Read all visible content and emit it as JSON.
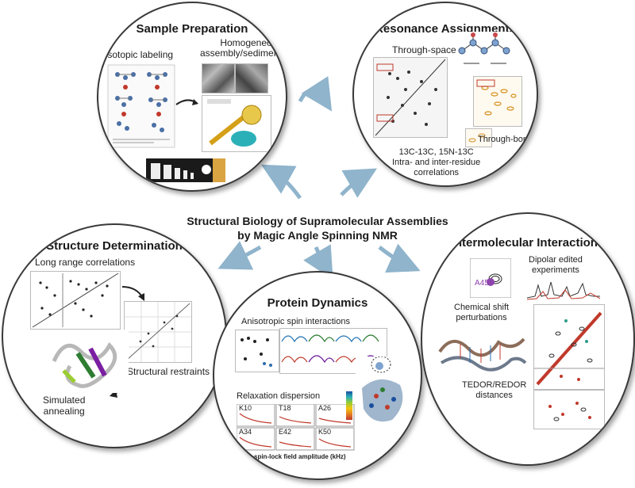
{
  "center": {
    "title_line1": "Structural Biology of Supramolecular Assemblies",
    "title_line2": "by Magic Angle Spinning NMR"
  },
  "sample_preparation": {
    "title": "Sample Preparation",
    "isotopic_labeling": "Isotopic labeling",
    "homogeneous_line1": "Homogeneous",
    "homogeneous_line2": "assembly/sedimentation"
  },
  "resonance_assignments": {
    "title": "Resonance Assignments",
    "through_space": "Through-space",
    "through_bond": "Through-bond",
    "correlations_line1": "13C-13C, 15N-13C",
    "correlations_line2": "Intra- and inter-residue",
    "correlations_line3": "correlations"
  },
  "structure_determination": {
    "title": "Structure Determination",
    "long_range": "Long range correlations",
    "structural_restraints": "Structural restraints",
    "simulated_line1": "Simulated",
    "simulated_line2": "annealing"
  },
  "protein_dynamics": {
    "title": "Protein Dynamics",
    "anisotropic": "Anisotropic spin interactions",
    "relaxation": "Relaxation dispersion",
    "spinlock_axis": "spin-lock field amplitude (kHz)",
    "residues": [
      "K10",
      "T18",
      "A26",
      "A34",
      "E42",
      "K50"
    ]
  },
  "intermolecular_interactions": {
    "title": "Intermolecular Interactions",
    "dipolar_line1": "Dipolar edited",
    "dipolar_line2": "experiments",
    "chemical_shift_line1": "Chemical shift",
    "chemical_shift_line2": "perturbations",
    "tedor_line1": "TEDOR/REDOR",
    "tedor_line2": "distances",
    "inset_label": "A45"
  },
  "colors": {
    "arrow": "#8fb4cc",
    "border": "#3a3a3a",
    "spectrum_red": "#c0392b",
    "spectrum_orange": "#d4901c"
  }
}
